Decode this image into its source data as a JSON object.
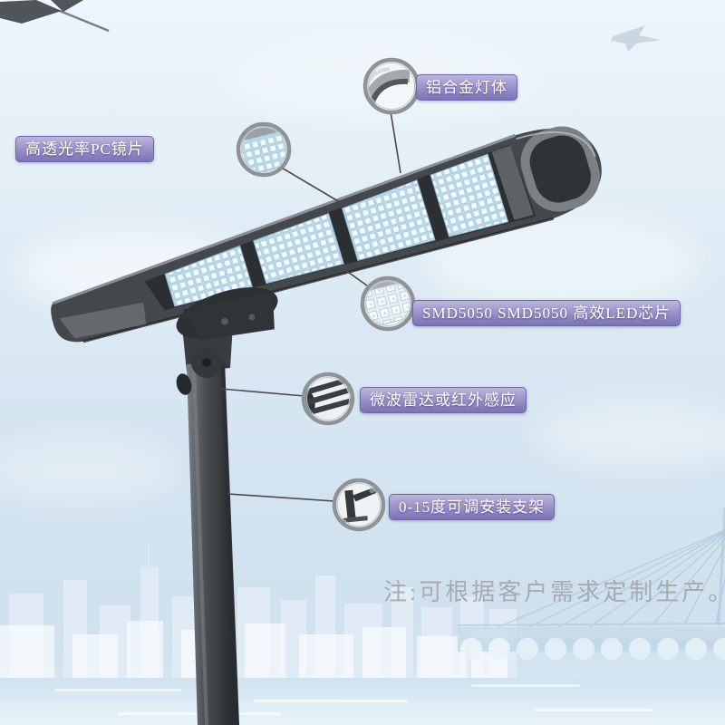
{
  "callouts": [
    {
      "id": "lamp-body",
      "label": "铝合金灯体"
    },
    {
      "id": "pc-lens",
      "label": "高透光率PC镜片"
    },
    {
      "id": "led-chip",
      "label": "SMD5050 SMD5050 高效LED芯片"
    },
    {
      "id": "sensor",
      "label": "微波雷达或红外感应"
    },
    {
      "id": "bracket",
      "label": "0-15度可调安装支架"
    }
  ],
  "note": "注:可根据客户需求定制生产。",
  "colors": {
    "label_gradient_top": "#bcb6dc",
    "label_gradient_bottom": "#7b73b6",
    "label_text": "#ffffff",
    "note_text": "#a6abb0",
    "sky": "#d8e7f2",
    "lamp_body": "#44484c",
    "led_panel": "#f2fbff",
    "pole": "#4b4f53"
  }
}
